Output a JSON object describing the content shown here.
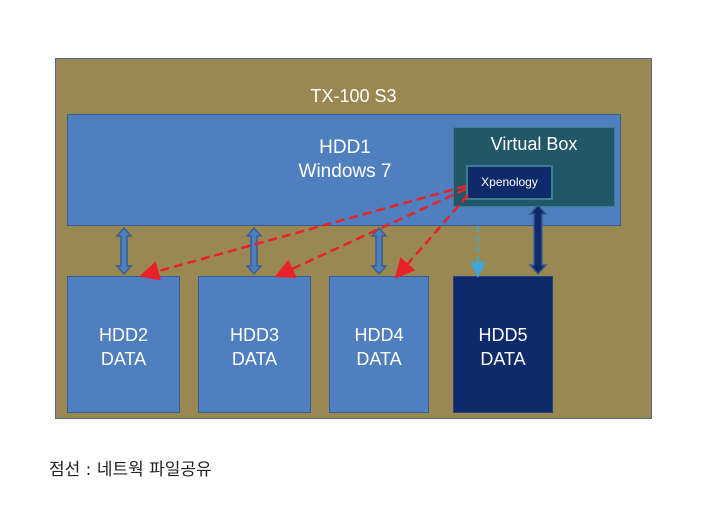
{
  "outer_box": {
    "title": "TX-100 S3"
  },
  "hdd1": {
    "line1": "HDD1",
    "line2": "Windows 7"
  },
  "virtual_box": {
    "label": "Virtual Box",
    "guest": "Xpenology"
  },
  "disks": [
    {
      "name": "HDD2",
      "role": "DATA"
    },
    {
      "name": "HDD3",
      "role": "DATA"
    },
    {
      "name": "HDD4",
      "role": "DATA"
    },
    {
      "name": "HDD5",
      "role": "DATA"
    }
  ],
  "caption": "점선 : 네트웍 파일공유",
  "colors": {
    "outer": "#998852",
    "disk": "#4f7fbf",
    "disk_dark": "#0e2a6b",
    "virtual_box": "#215767",
    "dashed_red": "#e8212a",
    "dashed_blue": "#3fa4d8"
  }
}
